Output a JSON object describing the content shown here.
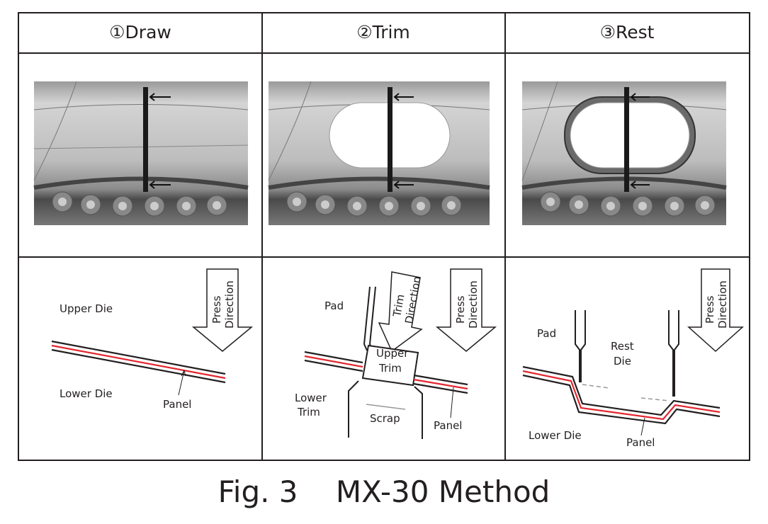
{
  "columns": [
    {
      "header": "①Draw"
    },
    {
      "header": "②Trim"
    },
    {
      "header": "③Rest"
    }
  ],
  "draw": {
    "upper_die": "Upper Die",
    "lower_die": "Lower Die",
    "panel": "Panel",
    "press_1": "Press",
    "press_2": "Direction"
  },
  "trim": {
    "pad": "Pad",
    "trim_1": "Trim",
    "trim_2": "Direction",
    "upper_1": "Upper",
    "upper_2": "Trim",
    "lower_1": "Lower",
    "lower_2": "Trim",
    "scrap": "Scrap",
    "panel": "Panel",
    "press_1": "Press",
    "press_2": "Direction"
  },
  "rest": {
    "pad": "Pad",
    "rest_1": "Rest",
    "rest_2": "Die",
    "lower_die": "Lower Die",
    "panel": "Panel",
    "press_1": "Press",
    "press_2": "Direction"
  },
  "caption": "Fig. 3    MX-30 Method",
  "colors": {
    "panel_line": "#e3262f",
    "ink": "#231f20"
  }
}
